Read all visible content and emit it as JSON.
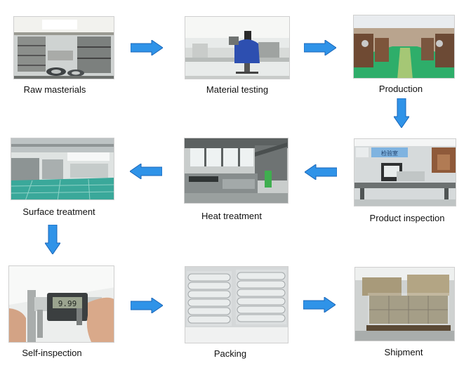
{
  "steps": [
    {
      "id": "raw",
      "label": "Raw masterials"
    },
    {
      "id": "testing",
      "label": "Material testing"
    },
    {
      "id": "production",
      "label": "Production"
    },
    {
      "id": "inspection",
      "label": "Product inspection"
    },
    {
      "id": "heat",
      "label": "Heat treatment"
    },
    {
      "id": "surface",
      "label": "Surface treatment"
    },
    {
      "id": "self",
      "label": "Self-inspection"
    },
    {
      "id": "packing",
      "label": "Packing"
    },
    {
      "id": "shipment",
      "label": "Shipment"
    }
  ],
  "photo_text": {
    "caliper_display": "9.99",
    "lab_sign": "检验室"
  },
  "colors": {
    "arrow_fill": "#2f93e8",
    "arrow_stroke": "#1a66b8",
    "factory_floor": "#2eae6a"
  }
}
